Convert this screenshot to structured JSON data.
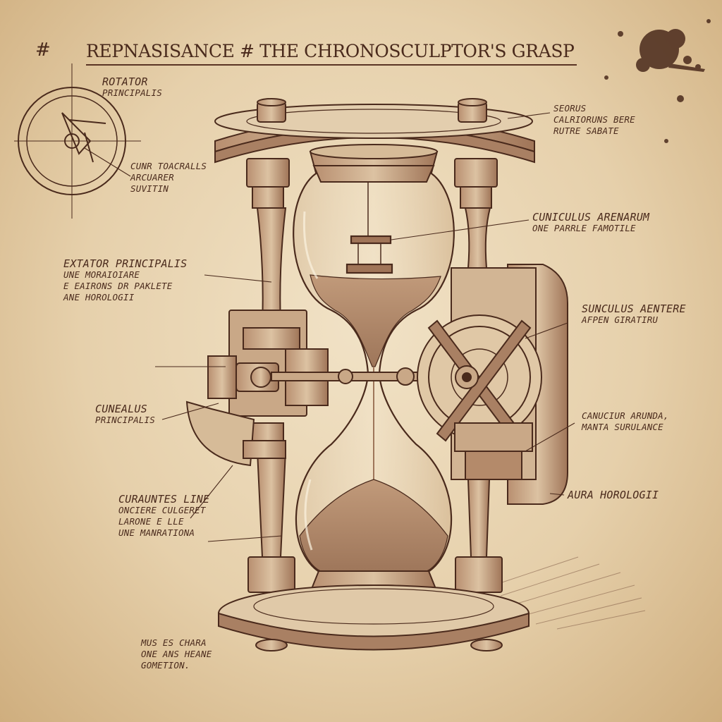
{
  "title": {
    "hash": "#",
    "text": "REPNASISANCE # THE CHRONOSCULPTOR'S GRASP"
  },
  "labels": [
    {
      "id": "rotator",
      "lines": [
        "ROTATOR",
        "PRINCIPALIS"
      ]
    },
    {
      "id": "cunr",
      "lines": [
        "CUNR TOACRALLS",
        "ARCUARER",
        "SUVITIN"
      ]
    },
    {
      "id": "seorus",
      "lines": [
        "SEORUS",
        "CALRIORUNS BERE",
        "RUTRE SABATE"
      ]
    },
    {
      "id": "cuniculus",
      "lines": [
        "CUNICULUS ARENARUM",
        "ONE PARRLE FAMOTILE"
      ]
    },
    {
      "id": "extator",
      "lines": [
        "EXTATOR PRINCIPALIS",
        "UNE MORAIOIARE",
        "E EAIRONS DR PAKLETE",
        "ANE HOROLOGII"
      ]
    },
    {
      "id": "sunculus",
      "lines": [
        "SUNCULUS AENTERE",
        "AFPEN GIRATIRU"
      ]
    },
    {
      "id": "cunealus",
      "lines": [
        "CUNEALUS",
        "PRINCIPALIS"
      ]
    },
    {
      "id": "canucium",
      "lines": [
        "CANUCIUR ARUNDA,",
        "MANTA SURULANCE"
      ]
    },
    {
      "id": "aura",
      "lines": [
        "AURA HOROLOGII"
      ]
    },
    {
      "id": "curauntes",
      "lines": [
        "CURAUNTES LINE",
        "ONCIERE CULGERET",
        "LARONE E LLE",
        "UNE MANRATIONA"
      ]
    },
    {
      "id": "mus",
      "lines": [
        "MUS ES CHARA",
        "ONE ANS HEANE",
        "GOMETION."
      ]
    }
  ],
  "colors": {
    "ink": "#4a2a1c",
    "ink_light": "#7a4a34",
    "sand": "#b48a6a",
    "parchment": "#ecdab9"
  }
}
